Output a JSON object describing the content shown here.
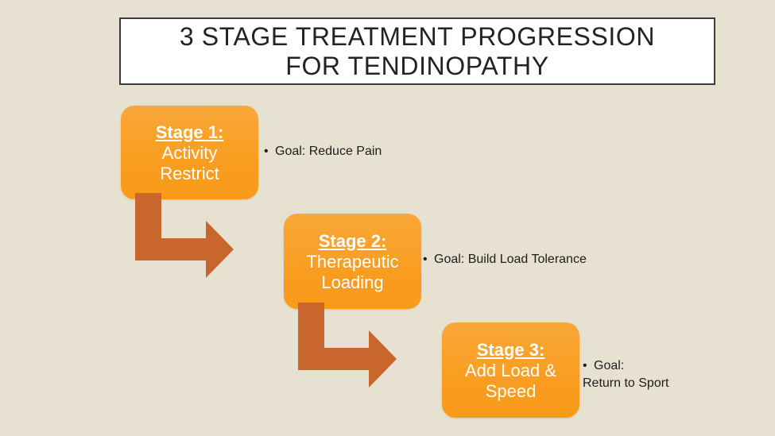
{
  "slide": {
    "background_color": "#E7E1D1",
    "title": {
      "line1": "3 STAGE TREATMENT PROGRESSION",
      "line2": "FOR TENDINOPATHY",
      "border_color": "#3B3B3B",
      "fill_color": "#FFFFFF",
      "text_color": "#232323"
    },
    "colors": {
      "box_orange_top": "#F8A83A",
      "box_orange_bottom": "#F99A19",
      "arrow_terracotta": "#C8662E",
      "bullet_text": "#1D1D1D",
      "box_text": "#FFFFFF"
    },
    "stages": [
      {
        "title": "Stage  1:",
        "line1": "Activity",
        "line2": "Restrict",
        "goal_bullet": "Goal: Reduce Pain",
        "goal_continuation": ""
      },
      {
        "title": "Stage 2:",
        "line1": "Therapeutic",
        "line2": "Loading",
        "goal_bullet": "Goal: Build Load Tolerance",
        "goal_continuation": ""
      },
      {
        "title": "Stage 3:",
        "line1": "Add Load &",
        "line2": "Speed",
        "goal_bullet": "Goal:",
        "goal_continuation": "Return to Sport"
      }
    ],
    "bullet_glyph": "•",
    "arrows": [
      {
        "name": "stage-1-to-stage-2-arrow"
      },
      {
        "name": "stage-2-to-stage-3-arrow"
      }
    ]
  }
}
